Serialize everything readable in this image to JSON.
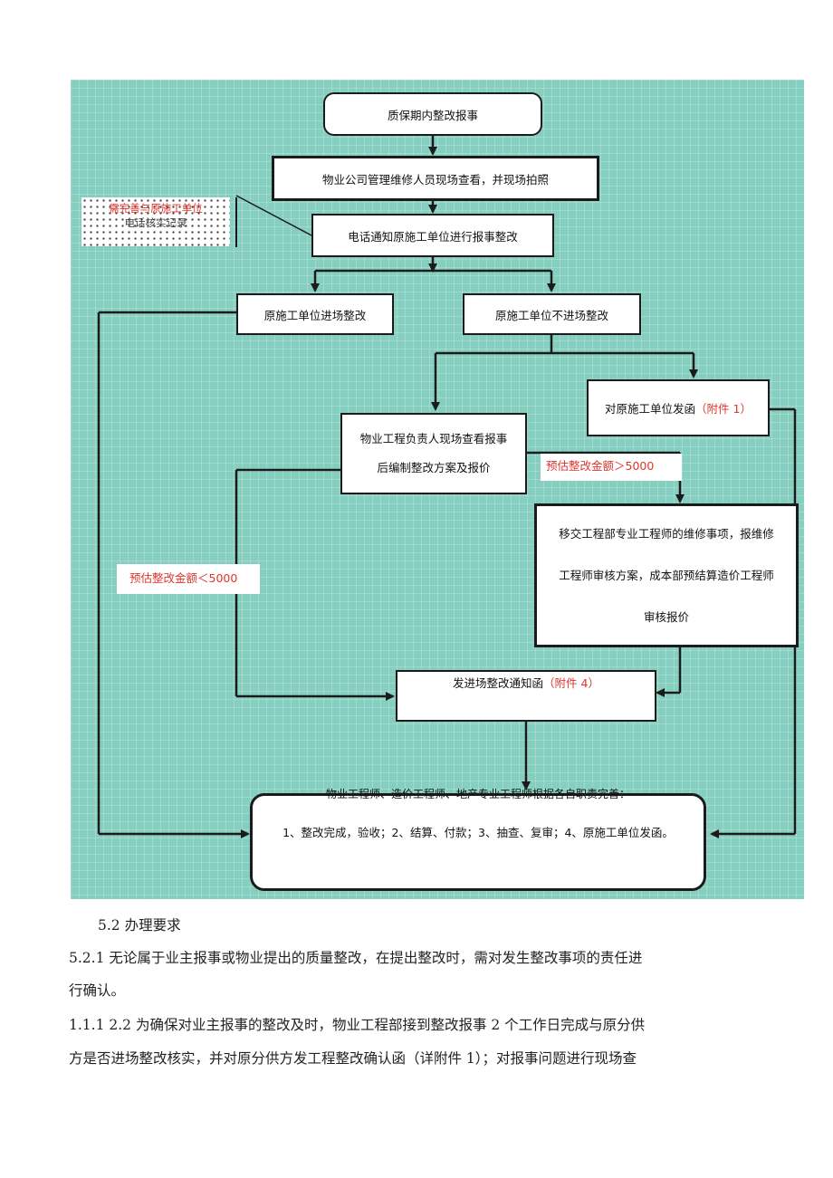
{
  "flow": {
    "start": "质保期内整改报事",
    "step_inspect": "物业公司管理维修人员现场查看，并现场拍照",
    "step_phone": "电话通知原施工单位进行报事整改",
    "note_line1": "需完善与原施工单位",
    "note_line2": "电话核实记录",
    "branch_in": "原施工单位进场整改",
    "branch_out": "原施工单位不进场整改",
    "letter": "对原施工单位发函",
    "letter_attachment": "（附件 1）",
    "plan_line1": "物业工程负责人现场查看报事",
    "plan_line2": "后编制整改方案及报价",
    "cond_high": "预估整改金额＞5000",
    "cond_low": "预估整改金额＜5000",
    "review_line1": "移交工程部专业工程师的维修事项，报维修",
    "review_line2": "工程师审核方案，成本部预结算造价工程师",
    "review_line3": "审核报价",
    "notice": "发进场整改通知函",
    "notice_attachment": "（附件 4）",
    "final_header": "物业工程师、造价工程师、地产专业工程师根据各自职责完善：",
    "final_items": "1、整改完成，验收；2、结算、付款；3、抽查、复审；4、原施工单位发函。"
  },
  "document": {
    "section_heading": "5.2 办理要求",
    "para1_line1": "5.2.1 无论属于业主报事或物业提出的质量整改，在提出整改时，需对发生整改事项的责任进",
    "para1_line2": "行确认。",
    "para2_line1": "1.1.1 2.2 为确保对业主报事的整改及时，物业工程部接到整改报事 2 个工作日完成与原分供",
    "para2_line2": "方是否进场整改核实，并对原分供方发工程整改确认函（详附件 1）；对报事问题进行现场查"
  },
  "colors": {
    "diagram_background": "#86cfc0",
    "annotation_red": "#e0352b"
  }
}
